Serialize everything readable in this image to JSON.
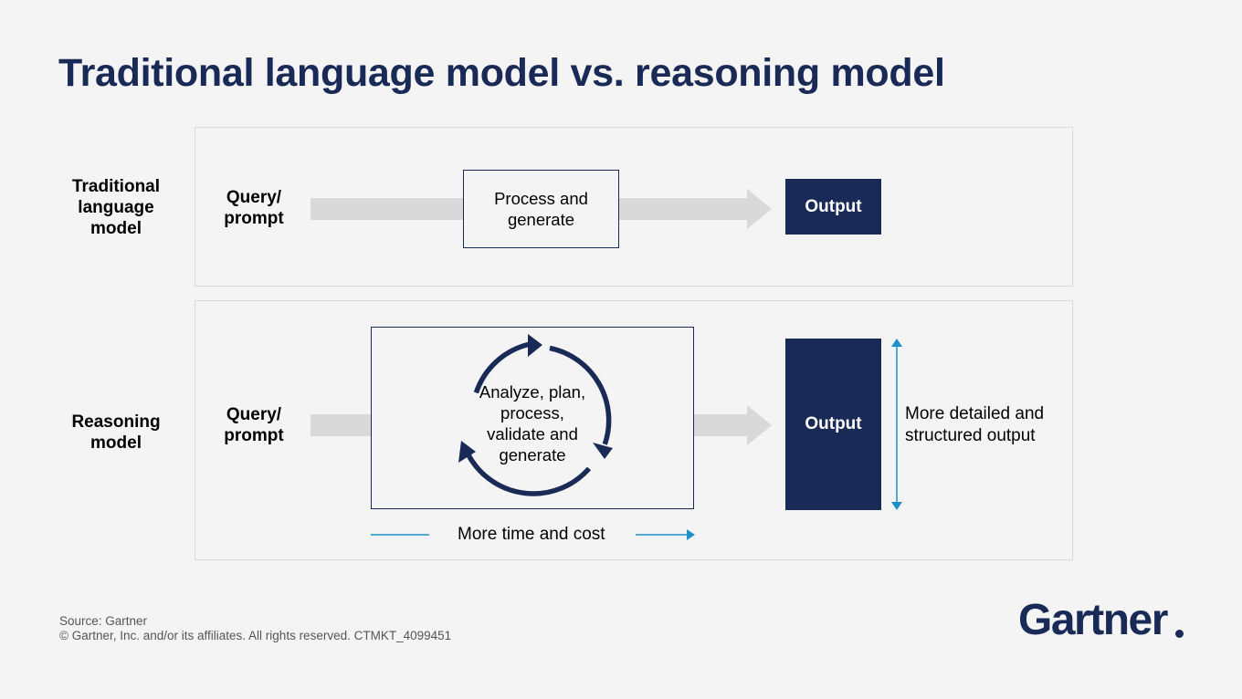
{
  "title": "Traditional language model vs. reasoning model",
  "traditional": {
    "label": "Traditional\nlanguage\nmodel",
    "input": "Query/\nprompt",
    "process": "Process and\ngenerate",
    "output": "Output"
  },
  "reasoning": {
    "label": "Reasoning\nmodel",
    "input": "Query/\nprompt",
    "process": "Analyze, plan,\nprocess,\nvalidate and\ngenerate",
    "output": "Output",
    "output_note": "More detailed and\nstructured output",
    "time_note": "More time and cost"
  },
  "footer": {
    "source": "Source: Gartner",
    "copyright": "© Gartner, Inc. and/or its affiliates. All rights reserved. CTMKT_4099451"
  },
  "logo": "Gartner",
  "colors": {
    "navy": "#1a2a57",
    "arrow_gray": "#d9d9d9",
    "accent_blue": "#1e90c8",
    "background": "#f4f4f4"
  },
  "icons": [
    "cycle-arrows-icon",
    "double-headed-arrow-icon",
    "right-arrow-icon"
  ]
}
